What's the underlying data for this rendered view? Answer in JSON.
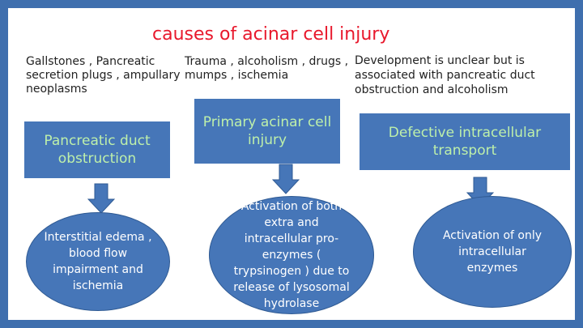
{
  "title": "causes of acinar cell injury",
  "columns": [
    {
      "cause": "Gallstones , Pancreatic secretion plugs , ampullary neoplasms",
      "box": "Pancreatic duct obstruction",
      "outcome": "Interstitial edema , blood flow impairment and ischemia"
    },
    {
      "cause": "Trauma , alcoholism , drugs , mumps , ischemia",
      "box": "Primary acinar cell injury",
      "outcome": "Activation of both extra and intracellular pro-enzymes ( trypsinogen ) due to release of lysosomal hydrolase"
    },
    {
      "cause": "Development is unclear but is associated with pancreatic duct obstruction and alcoholism",
      "box": "Defective intracellular transport",
      "outcome": "Activation of only intracellular enzymes"
    }
  ],
  "colors": {
    "frame": "#3f6fae",
    "title": "#e8182c",
    "box_fill": "#4676b8",
    "box_text": "#bef0aa",
    "oval_text": "#ffffff",
    "arrow_fill": "#4676b8"
  },
  "icons": {
    "arrow": "arrow-down-icon"
  }
}
